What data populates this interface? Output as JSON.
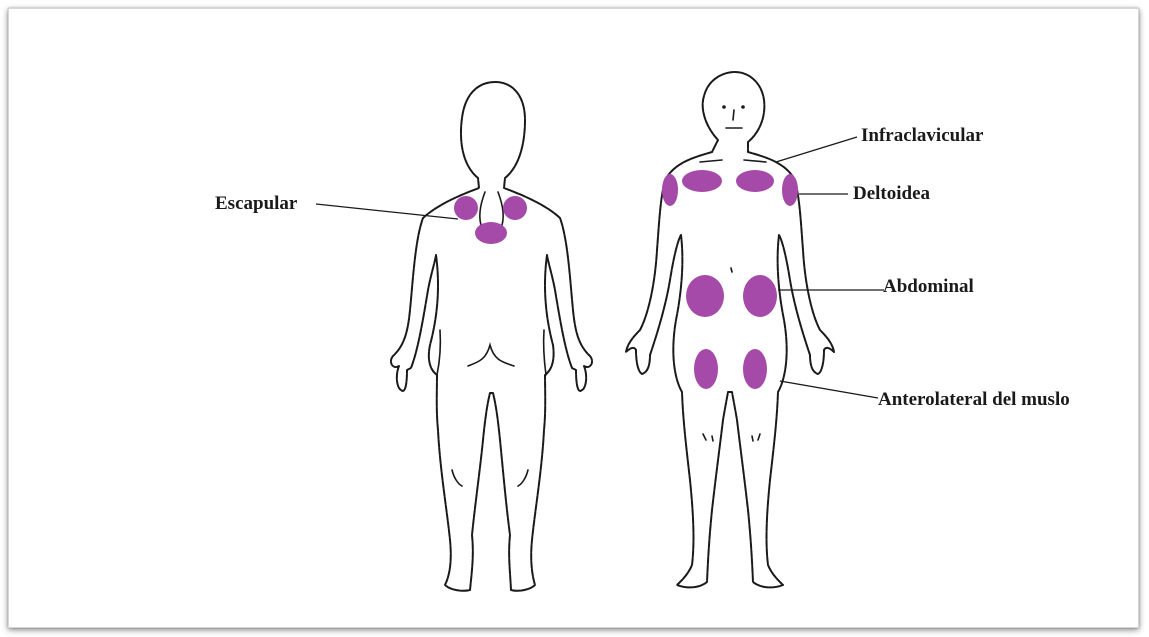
{
  "site_color": "#a54aa8",
  "labels": {
    "escapular": "Escapular",
    "infraclavicular": "Infraclavicular",
    "deltoidea": "Deltoidea",
    "abdominal": "Abdominal",
    "muslo": "Anterolateral del muslo"
  }
}
